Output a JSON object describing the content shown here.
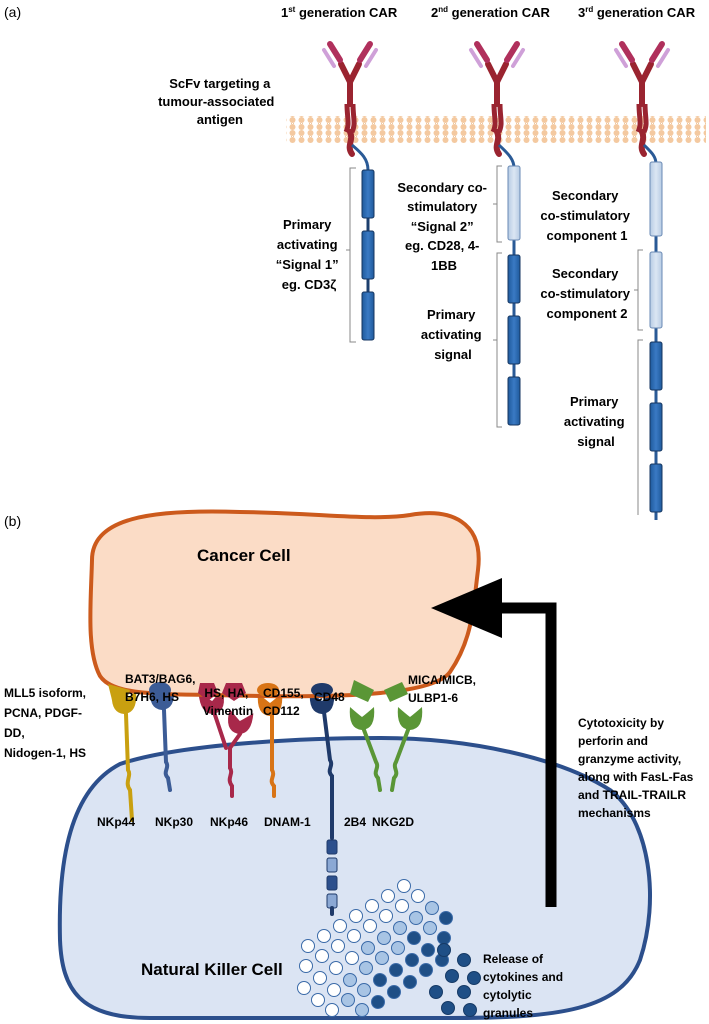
{
  "panel_a": {
    "label": "(a)",
    "headers": [
      {
        "pre": "1",
        "sup": "st",
        "post": " generation CAR"
      },
      {
        "pre": "2",
        "sup": "nd",
        "post": " generation CAR"
      },
      {
        "pre": "3",
        "sup": "rd",
        "post": " generation CAR"
      }
    ],
    "scfv_label": [
      "ScFv targeting a",
      "tumour-associated",
      "antigen"
    ],
    "gen1_signal": [
      "Primary",
      "activating",
      "“Signal 1”",
      "eg. CD3ζ"
    ],
    "gen2_costim": [
      "Secondary co-",
      "stimulatory",
      "“Signal 2”",
      "eg. CD28, 4-",
      "1BB"
    ],
    "gen2_primary": [
      "Primary",
      "activating",
      "signal"
    ],
    "gen3_costim1": [
      "Secondary",
      "co-stimulatory",
      "component 1"
    ],
    "gen3_costim2": [
      "Secondary",
      "co-stimulatory",
      "component 2"
    ],
    "gen3_primary": [
      "Primary",
      "activating",
      "signal"
    ]
  },
  "panel_b": {
    "label": "(b)",
    "cancer_cell": "Cancer Cell",
    "nk_cell": "Natural Killer Cell",
    "ligands": {
      "nkp44": [
        "MLL5 isoform,",
        "PCNA, PDGF-",
        "DD,",
        "Nidogen-1, HS"
      ],
      "nkp30": [
        "BAT3/BAG6,",
        "B7H6, HS"
      ],
      "nkp46": [
        "HS, HA,",
        "Vimentin"
      ],
      "dnam1": [
        "CD155,",
        "CD112"
      ],
      "b24": [
        "CD48"
      ],
      "nkg2d": [
        "MICA/MICB,",
        "ULBP1-6"
      ]
    },
    "receptors": {
      "nkp44": "NKp44",
      "nkp30": "NKp30",
      "nkp46": "NKp46",
      "dnam1": "DNAM-1",
      "b24": "2B4",
      "nkg2d": "NKG2D"
    },
    "cytotoxicity": [
      "Cytotoxicity by",
      "perforin and",
      "granzyme activity,",
      "along with FasL-Fas",
      "and TRAIL-TRAILR",
      "mechanisms"
    ],
    "release": [
      "Release of",
      "cytokines and",
      "cytolytic",
      "granules"
    ],
    "colors": {
      "nkp44": "#c9a010",
      "nkp30": "#3c5c96",
      "nkp46": "#a8284a",
      "dnam1": "#d87416",
      "b24": "#1f3a6a",
      "nkg2d": "#5a9636",
      "cancer_fill": "#fbdcc6",
      "cancer_stroke": "#cc5a1c",
      "nk_fill": "#dbe4f3",
      "nk_stroke": "#2c4f8c"
    }
  }
}
